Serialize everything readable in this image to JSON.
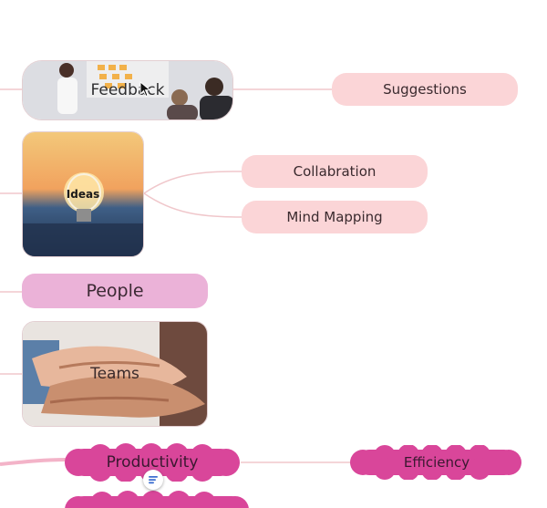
{
  "colors": {
    "pill": "#fbd5d7",
    "people": "#ebb2d8",
    "cloud": "#d9469a",
    "connector": "#f0c7cb"
  },
  "nodes": {
    "feedback": {
      "label": "Feedback"
    },
    "suggestions": {
      "label": "Suggestions"
    },
    "ideas": {
      "label": "Ideas"
    },
    "collaboration": {
      "label": "Collabration"
    },
    "mind_mapping": {
      "label": "Mind Mapping"
    },
    "people": {
      "label": "People"
    },
    "teams": {
      "label": "Teams"
    },
    "productivity": {
      "label": "Productivity"
    },
    "efficiency": {
      "label": "Efficiency"
    }
  },
  "icons": {
    "note": "note-lines-icon",
    "cursor": "mouse-pointer-icon"
  }
}
